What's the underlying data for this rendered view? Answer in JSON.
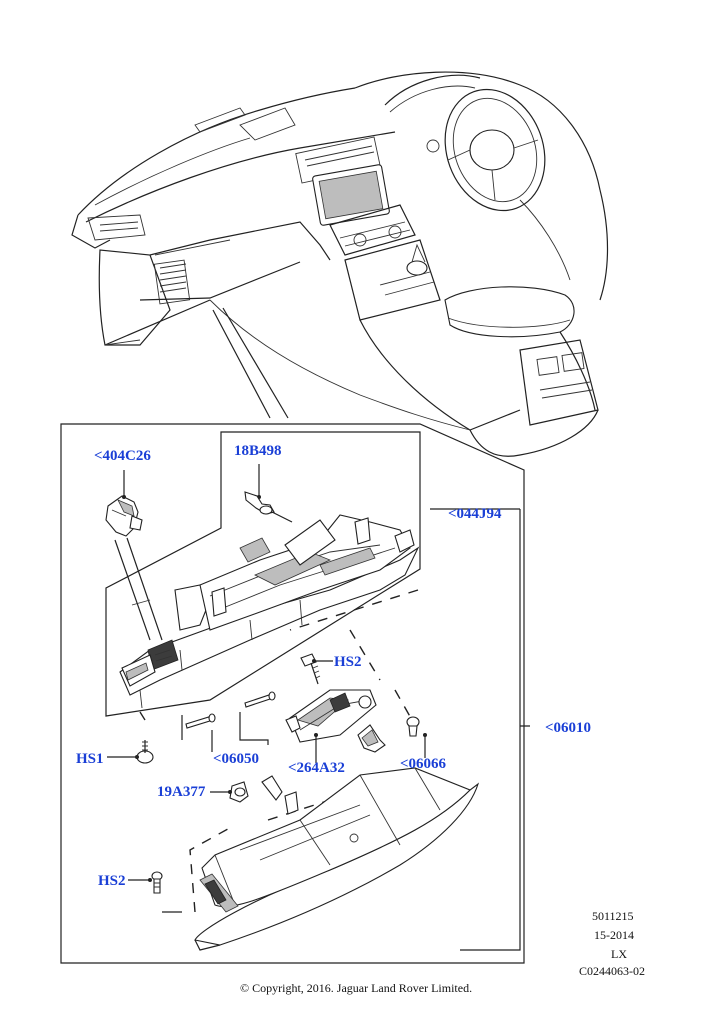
{
  "callouts": {
    "c404C26": "<404C26",
    "c18B498": "18B498",
    "c044J94": "<044J94",
    "cHS2_top": "HS2",
    "c06010": "<06010",
    "cHS1": "HS1",
    "c06050": "<06050",
    "c264A32": "<264A32",
    "c06066": "<06066",
    "c19A377": "19A377",
    "cHS2_bottom": "HS2"
  },
  "info": {
    "line1": "5011215",
    "line2": "15-2014",
    "line3": "LX",
    "line4": "C0244063-02"
  },
  "copyright": "© Copyright, 2016. Jaguar Land Rover Limited.",
  "colors": {
    "callout": "#1a3fd6",
    "linework": "#222222",
    "background": "#ffffff"
  }
}
